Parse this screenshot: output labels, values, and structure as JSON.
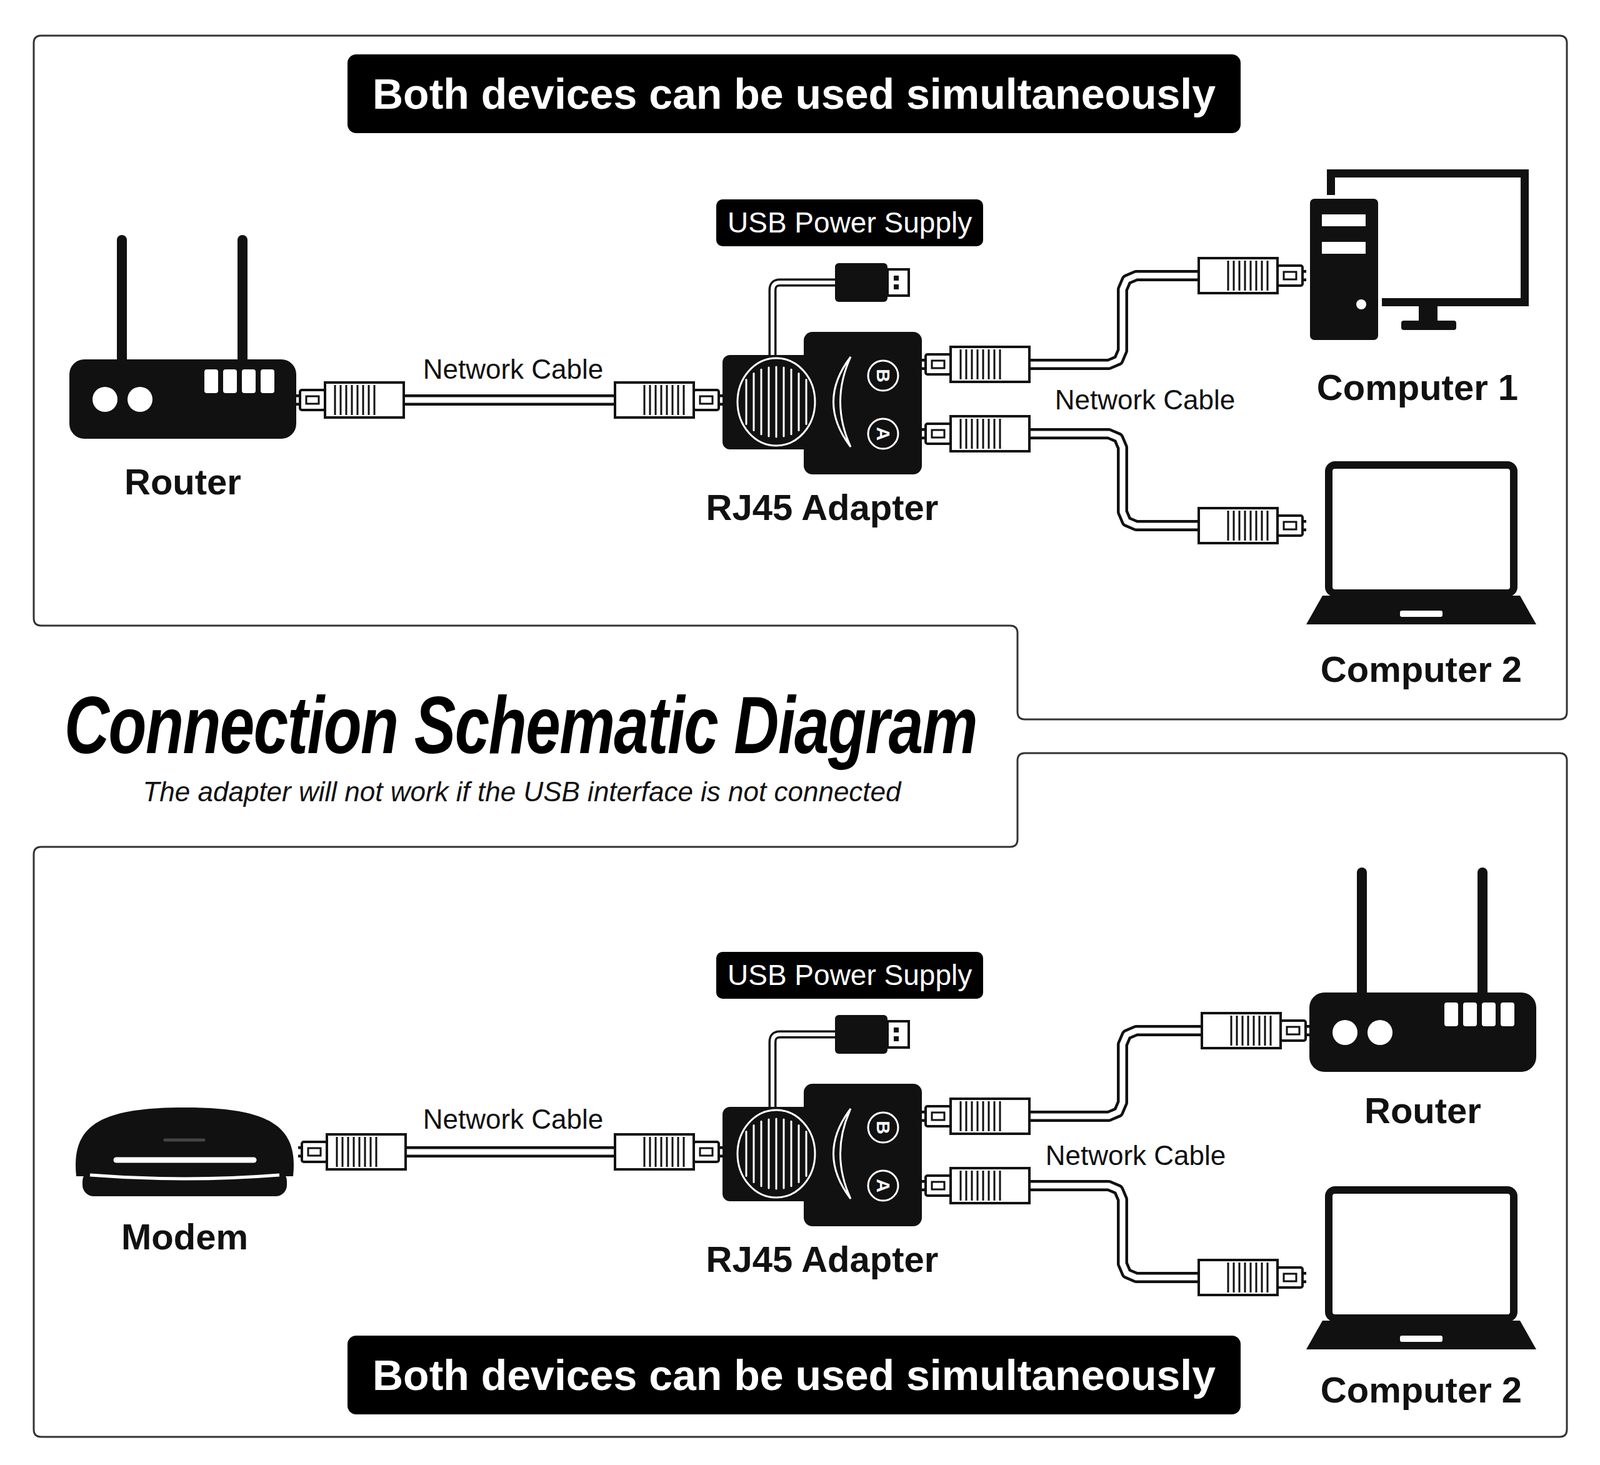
{
  "diagram": {
    "title": "Connection Schematic Diagram",
    "caption": "The adapter will not work if the USB interface is not connected",
    "nodes": [
      {
        "text": [
          "Both devices can be used simultaneously"
        ]
      },
      {
        "text": [
          "Router"
        ]
      },
      {
        "text": [
          "USB Power Supply"
        ]
      },
      {
        "text": [
          "B",
          "A",
          "RJ45 Adapter"
        ]
      },
      {
        "text": [
          "Computer 1"
        ]
      },
      {
        "text": [
          "Computer 2"
        ]
      },
      {
        "text": [
          "Modem"
        ]
      },
      {
        "text": [
          "USB Power Supply"
        ]
      },
      {
        "text": [
          "B",
          "A",
          "RJ45 Adapter"
        ]
      },
      {
        "text": [
          "Router"
        ]
      },
      {
        "text": [
          "Computer 2"
        ]
      },
      {
        "text": [
          "Both devices can be used simultaneously"
        ]
      }
    ],
    "edges": [
      {
        "from": 1,
        "to": 3,
        "label": "Network Cable",
        "arrow": "none"
      },
      {
        "from": 3,
        "to": 4,
        "arrow": "none"
      },
      {
        "from": 3,
        "to": 5,
        "label": "Network Cable",
        "arrow": "none"
      },
      {
        "from": 6,
        "to": 8,
        "label": "Network Cable",
        "arrow": "none"
      },
      {
        "from": 8,
        "to": 9,
        "arrow": "none"
      },
      {
        "from": 8,
        "to": 10,
        "label": "Network Cable",
        "arrow": "none"
      }
    ]
  }
}
